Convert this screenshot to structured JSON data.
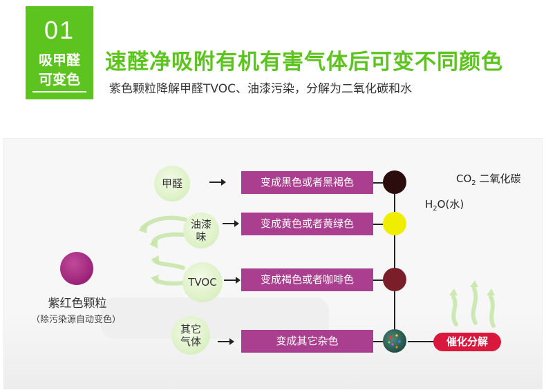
{
  "badge": {
    "number": "01",
    "line1": "吸甲醛",
    "line2": "可变色"
  },
  "headline": "速醛净吸附有机有害气体后可变不同颜色",
  "subline": "紫色颗粒降解甲醛TVOC、油漆污染，分解为二氧化碳和水",
  "particle": {
    "label": "紫红色颗粒",
    "sublabel": "（除污染源自动变色）",
    "color": "#9a2378"
  },
  "gases": [
    {
      "label": "甲醛"
    },
    {
      "label_line1": "油漆",
      "label_line2": "味"
    },
    {
      "label": "TVOC"
    },
    {
      "label_line1": "其它",
      "label_line2": "气体"
    }
  ],
  "results": [
    {
      "text": "变成黑色或者黑褐色",
      "dot_color": "#2b0d0d"
    },
    {
      "text": "变成黄色或者黄绿色",
      "dot_color": "#f0ee00"
    },
    {
      "text": "变成褐色或者咖啡色",
      "dot_color": "#7a1e2a"
    },
    {
      "text": "变成其它杂色",
      "dot_color": "#2e5a4e"
    }
  ],
  "outputs": {
    "co2_formula": "CO",
    "co2_sub": "2",
    "co2_name": "二氧化碳",
    "h2o_h": "H",
    "h2o_sub": "2",
    "h2o_o": "O(水)"
  },
  "catalyst_label": "催化分解",
  "colors": {
    "brand_green": "#5cc31f",
    "box_purple": "#a93f8e",
    "catalyst_red": "#d8183d"
  }
}
